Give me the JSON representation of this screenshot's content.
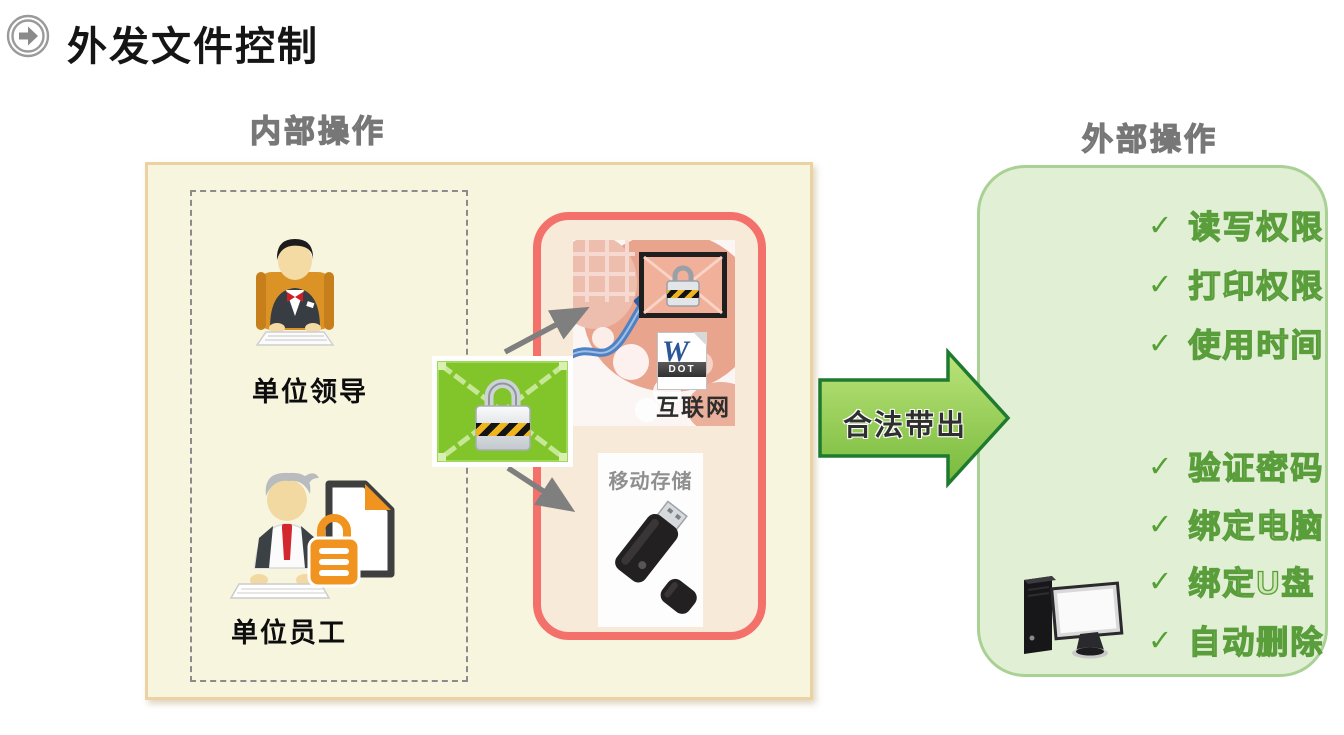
{
  "header": {
    "title": "外发文件控制"
  },
  "internal": {
    "label": "内部操作",
    "roles": [
      {
        "label": "单位领导"
      },
      {
        "label": "单位员工"
      }
    ]
  },
  "channels": {
    "internet": {
      "label": "互联网",
      "word_letter": "W",
      "word_badge": "DOT"
    },
    "mobile": {
      "label": "移动存储"
    }
  },
  "transfer": {
    "label": "合法带出"
  },
  "external": {
    "label": "外部操作",
    "check_glyph": "✓",
    "items": [
      {
        "label": "读写权限"
      },
      {
        "label": "打印权限"
      },
      {
        "label": "使用时间"
      },
      {
        "label": "验证密码"
      },
      {
        "label": "绑定电脑"
      },
      {
        "label": "绑定U盘"
      },
      {
        "label": "自动删除"
      }
    ]
  },
  "colors": {
    "cream_fill": "#f8f5df",
    "tan_border": "#ecd2a2",
    "red_border": "#f4716b",
    "red_fill": "#f7ead8",
    "green_box_fill": "#e1efd5",
    "green_box_border": "#a9d193",
    "green_arrow_dark": "#1e7a2e",
    "item_green": "#5a9e3c",
    "gray_arrow": "#7f7f7f",
    "envelope_green": "#82c52a"
  }
}
